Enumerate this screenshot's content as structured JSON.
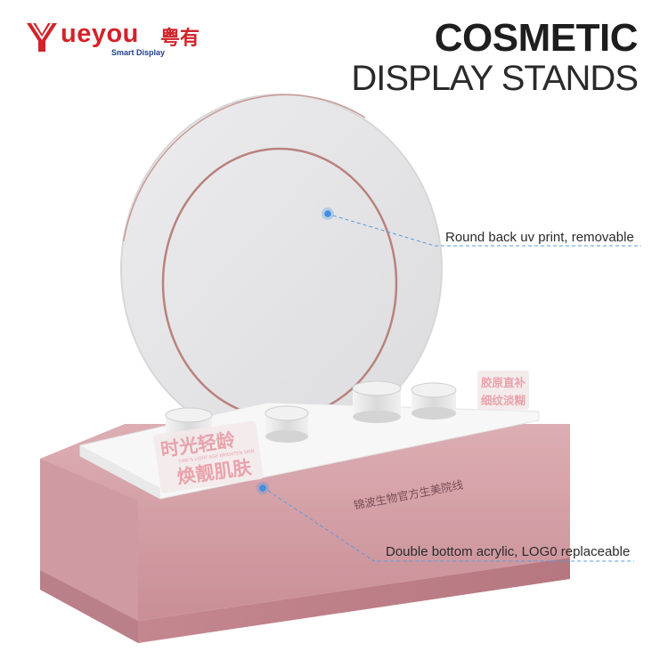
{
  "brand": {
    "name": "ueyou",
    "name_cn": "粤有",
    "tagline": "Smart Display",
    "color": "#d2232a",
    "tagline_color": "#1f3f8f"
  },
  "heading": {
    "line1": "COSMETIC",
    "line2": "DISPLAY STANDS"
  },
  "product": {
    "left_sign": {
      "line1": "时光轻龄",
      "line2": "焕靓肌肤",
      "small": "TIME'S LIGHT AGE BRIGHTEN SKIN"
    },
    "right_sign": {
      "line1": "胶原直补",
      "line2": "细纹淡糊"
    },
    "base_logo": "锦波生物官方生美院线",
    "base_color": "#d4a0a6",
    "ring_color": "#b9827c"
  },
  "callouts": {
    "top": "Round back uv print, removable",
    "bottom": "Double bottom acrylic, LOG0 replaceable",
    "dot_color": "#3f8fe0"
  }
}
